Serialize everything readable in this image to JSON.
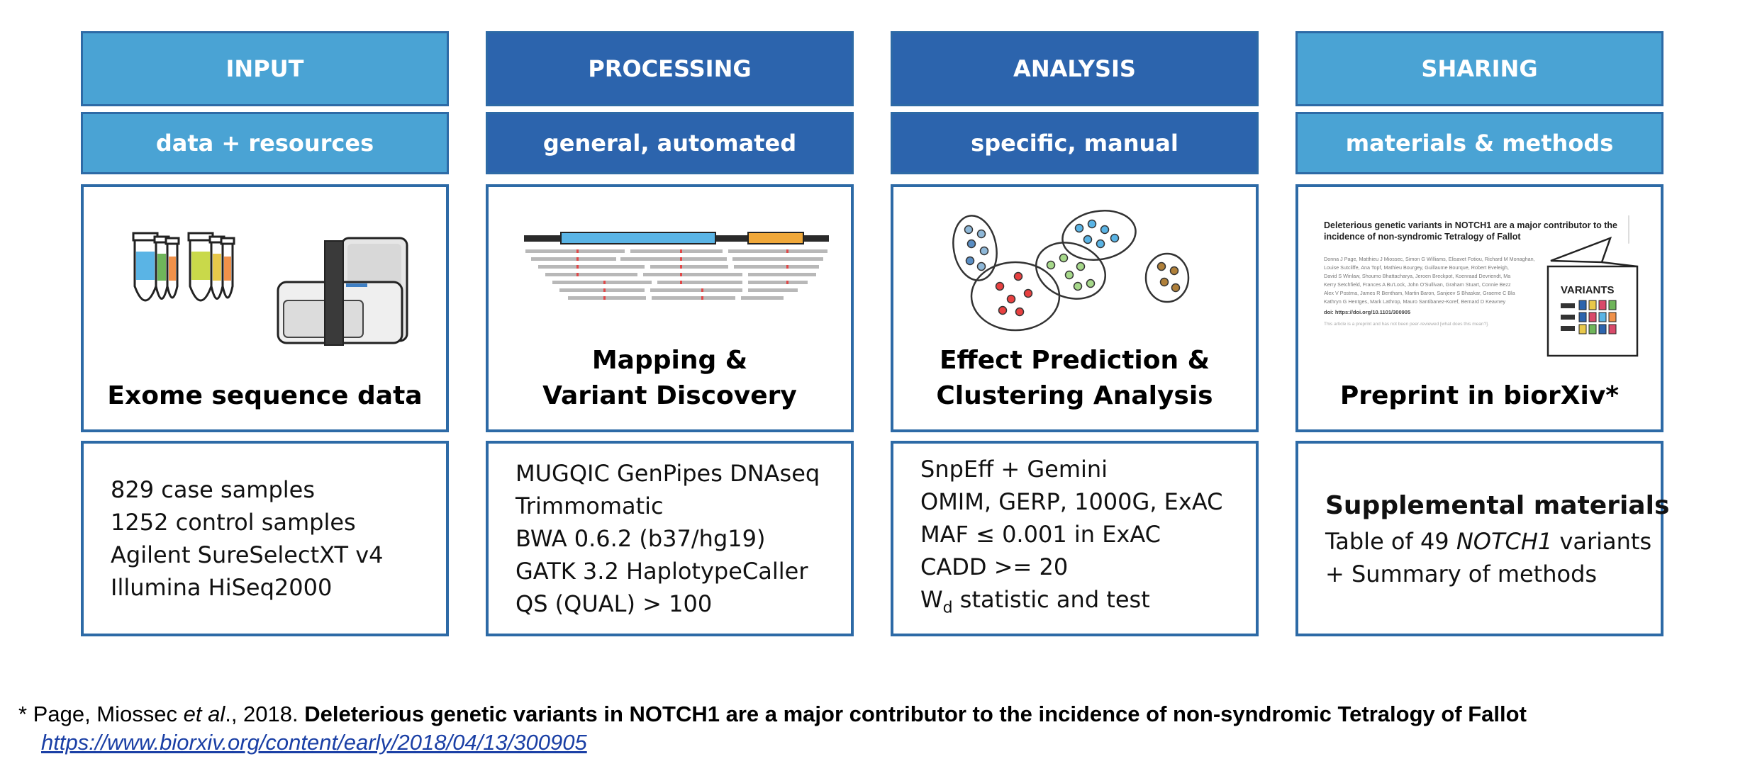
{
  "columns": [
    {
      "header": "INPUT",
      "subheader": "data + resources",
      "caption": [
        "",
        "Exome sequence data"
      ],
      "details": [
        "829 case samples",
        "1252 control samples",
        "Agilent SureSelectXT v4",
        "Illumina HiSeq2000"
      ]
    },
    {
      "header": "PROCESSING",
      "subheader": "general, automated",
      "caption": [
        "Mapping &",
        "Variant Discovery"
      ],
      "details": [
        "MUGQIC GenPipes DNAseq",
        "Trimmomatic",
        "BWA 0.6.2 (b37/hg19)",
        "GATK 3.2 HaplotypeCaller",
        "QS (QUAL) > 100"
      ]
    },
    {
      "header": "ANALYSIS",
      "subheader": "specific, manual",
      "caption": [
        "Effect Prediction &",
        "Clustering Analysis"
      ],
      "details": [
        "SnpEff + Gemini",
        "OMIM, GERP, 1000G, ExAC",
        "MAF ≤ 0.001 in ExAC",
        "CADD >= 20"
      ],
      "details_last": {
        "w": "W",
        "d": "d",
        "rest": " statistic and test"
      }
    },
    {
      "header": "SHARING",
      "subheader": "materials & methods",
      "caption": [
        "",
        "Preprint in biorXiv*"
      ],
      "supp_title": "Supplemental materials",
      "details_parts": {
        "line1_pre": "Table of 49 ",
        "line1_em": "NOTCH1",
        "line1_post": " variants",
        "line2": "+ Summary of methods"
      }
    }
  ],
  "preprint": {
    "title_pre": "Deleterious genetic variants in ",
    "title_gene": "NOTCH1",
    "title_post": " are a major contributor to the",
    "title_line2": "incidence of non-syndromic Tetralogy of Fallot",
    "author_lines": [
      "Donna J Page, Matthieu J Miossec, Simon G Williams, Elisavet Fotiou, Richard M Monaghan,",
      "Louise Sutcliffe, Ana Topf, Mathieu Bourgey, Guillaume Bourque, Robert Eveleigh,",
      "David S Winlaw, Shoumo Bhattacharya, Jeroen Breckpot, Koenraad Devriendt, Ma",
      "Kerry Setchfield, Frances A Bu'Lock, John O'Sullivan, Graham Stuart, Connie Bezz",
      "Alex V Postma, James R Bentham, Martin Baron, Sanjeev S Bhaskar, Graeme C Bla",
      "Kathryn G Hentges, Mark Lathrop, Mauro Santibanez-Koref, Bernard D Keavney"
    ],
    "doi": "doi: https://doi.org/10.1101/300905",
    "note": "This article is a preprint and has not been peer-reviewed [what does this mean?].",
    "variants_label": "VARIANTS"
  },
  "footer": {
    "pre": "* Page, Miossec ",
    "etal": "et al",
    "mid": "., 2018. ",
    "title": "Deleterious genetic variants in NOTCH1 are a major contributor to the incidence of non-syndromic Tetralogy of Fallot",
    "link": "https://www.biorxiv.org/content/early/2018/04/13/300905"
  },
  "colors": {
    "light_header": "#4aa3d4",
    "dark_header": "#2c64ad",
    "border": "#2d6aa6"
  }
}
